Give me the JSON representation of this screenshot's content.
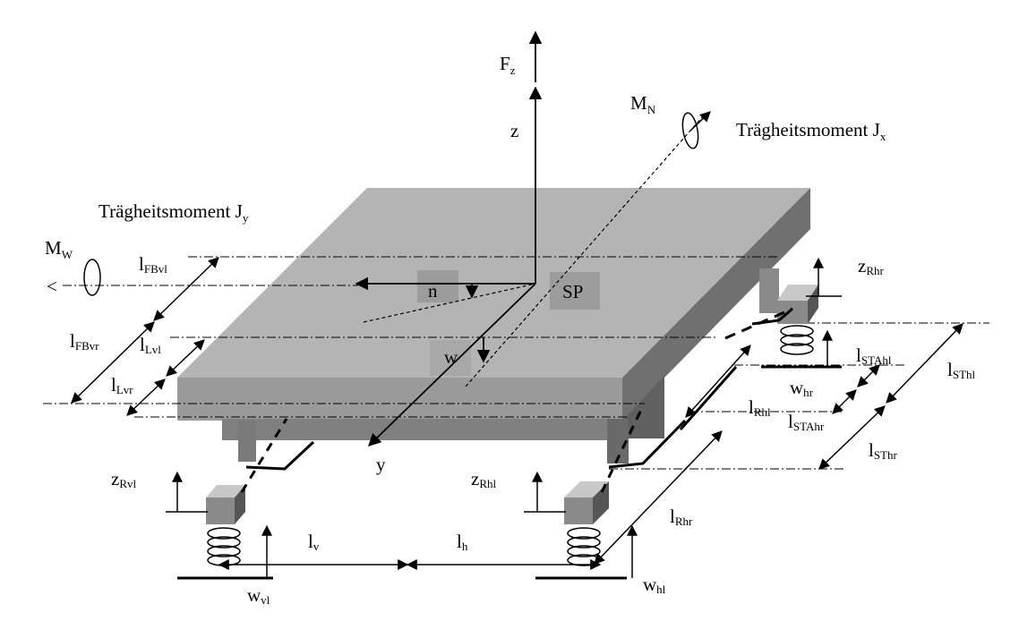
{
  "force": {
    "main": "F",
    "sub": "z"
  },
  "axes": {
    "z": "z",
    "y": "y",
    "n": "n",
    "w": "w",
    "sp": "SP"
  },
  "moments": {
    "mn": {
      "main": "M",
      "sub": "N"
    },
    "mw": {
      "main": "M",
      "sub": "W"
    },
    "jx_text": "Trägheitsmoment J",
    "jx_sub": "x",
    "jy_text": "Trägheitsmoment J",
    "jy_sub": "y",
    "arrow_left": "<"
  },
  "dimensions": {
    "lFBvl": {
      "main": "l",
      "sub": "FBvl"
    },
    "lFBvr": {
      "main": "l",
      "sub": "FBvr"
    },
    "lLvl": {
      "main": "l",
      "sub": "Lvl"
    },
    "lLvr": {
      "main": "l",
      "sub": "Lvr"
    },
    "lv": {
      "main": "l",
      "sub": "v"
    },
    "lh": {
      "main": "l",
      "sub": "h"
    },
    "lRhl": {
      "main": "l",
      "sub": "Rhl"
    },
    "lRhr": {
      "main": "l",
      "sub": "Rhr"
    },
    "lSTAhl": {
      "main": "l",
      "sub": "STAhl"
    },
    "lSTAhr": {
      "main": "l",
      "sub": "STAhr"
    },
    "lSThl": {
      "main": "l",
      "sub": "SThl"
    },
    "lSThr": {
      "main": "l",
      "sub": "SThr"
    }
  },
  "wheel_labels": {
    "zRhr": {
      "main": "z",
      "sub": "Rhr"
    },
    "zRvl": {
      "main": "z",
      "sub": "Rvl"
    },
    "zRhl": {
      "main": "z",
      "sub": "Rhl"
    },
    "whr": {
      "main": "w",
      "sub": "hr"
    },
    "wvl": {
      "main": "w",
      "sub": "vl"
    },
    "whl": {
      "main": "w",
      "sub": "hl"
    }
  }
}
